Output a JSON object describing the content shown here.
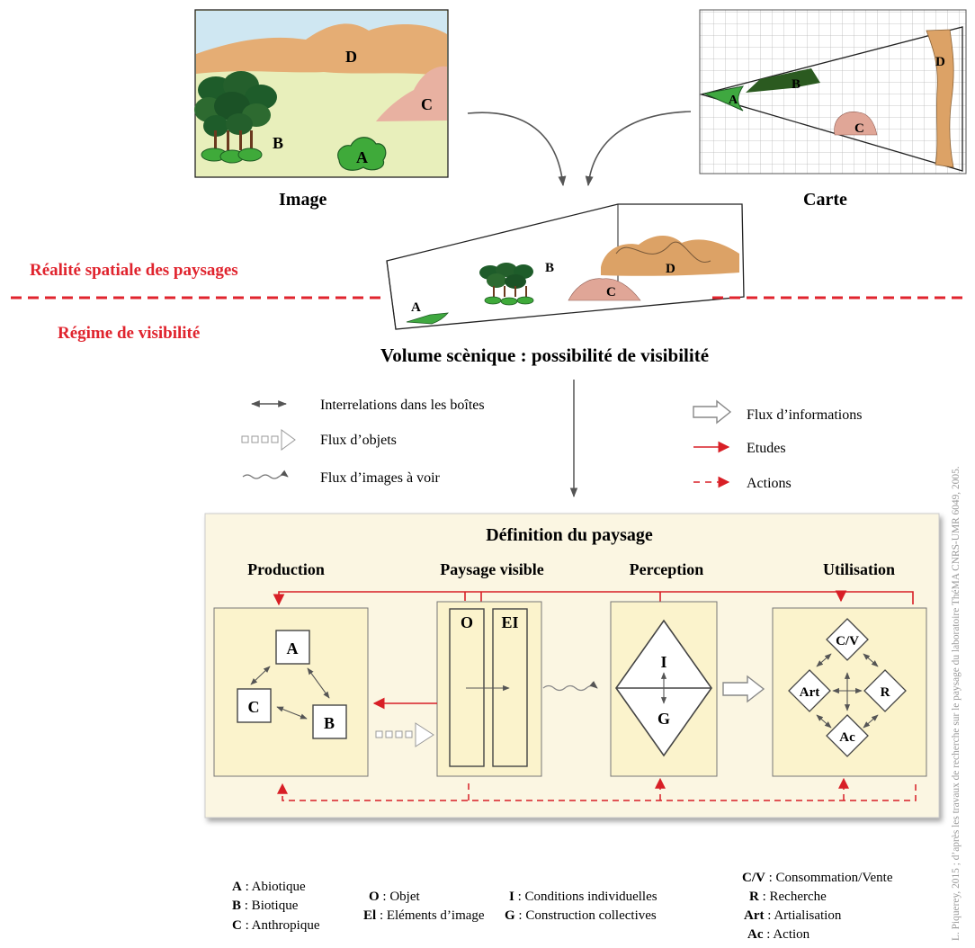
{
  "top": {
    "image_caption": "Image",
    "map_caption": "Carte",
    "scene_letters": {
      "a": "A",
      "b": "B",
      "c": "C",
      "d": "D"
    }
  },
  "zones": {
    "spatial_reality": "Réalité spatiale des paysages",
    "visibility_regime": "Régime de visibilité",
    "divider_color": "#e0242e"
  },
  "scenic_volume_title": "Volume scènique : possibilité de visibilité",
  "legend_left": [
    {
      "icon": "double-arrow-icon",
      "label": "Interrelations dans les boîtes"
    },
    {
      "icon": "object-flow-arrow-icon",
      "label": "Flux d’objets"
    },
    {
      "icon": "wavy-arrow-icon",
      "label": "Flux d’images à voir"
    }
  ],
  "legend_right": [
    {
      "icon": "hollow-arrow-icon",
      "label": "Flux d’informations"
    },
    {
      "icon": "red-arrow-icon",
      "label": "Etudes"
    },
    {
      "icon": "dashed-red-arrow-icon",
      "label": "Actions"
    }
  ],
  "definition": {
    "title": "Définition du paysage",
    "columns": [
      "Production",
      "Paysage visible",
      "Perception",
      "Utilisation"
    ],
    "production_boxes": [
      "A",
      "B",
      "C"
    ],
    "visible_boxes": [
      "O",
      "EI"
    ],
    "perception_boxes": [
      "I",
      "G"
    ],
    "use_boxes": [
      "C/V",
      "Art",
      "R",
      "Ac"
    ],
    "panel_color": "#fbf6e2",
    "box_color": "#fbf3cc"
  },
  "key": {
    "col1": [
      {
        "code": "A",
        "text": " : Abiotique"
      },
      {
        "code": "B",
        "text": " : Biotique"
      },
      {
        "code": "C",
        "text": " : Anthropique"
      }
    ],
    "col2": [
      {
        "code": "O",
        "text": " : Objet"
      },
      {
        "code": "El",
        "text": " : Eléments d’image"
      }
    ],
    "col3": [
      {
        "code": "I",
        "text": " : Conditions individuelles"
      },
      {
        "code": "G",
        "text": " : Construction collectives"
      }
    ],
    "col4": [
      {
        "code": "C/V",
        "text": " : Consommation/Vente"
      },
      {
        "code": "R",
        "text": "  : Recherche"
      },
      {
        "code": "Art",
        "text": " : Artialisation"
      },
      {
        "code": "Ac",
        "text": "  : Action"
      }
    ]
  },
  "credit": "L. Piquerey, 2015 ; d’après les travaux de recherche sur le paysage du laboratoire ThéMA CNRS-UMR 6049, 2005."
}
